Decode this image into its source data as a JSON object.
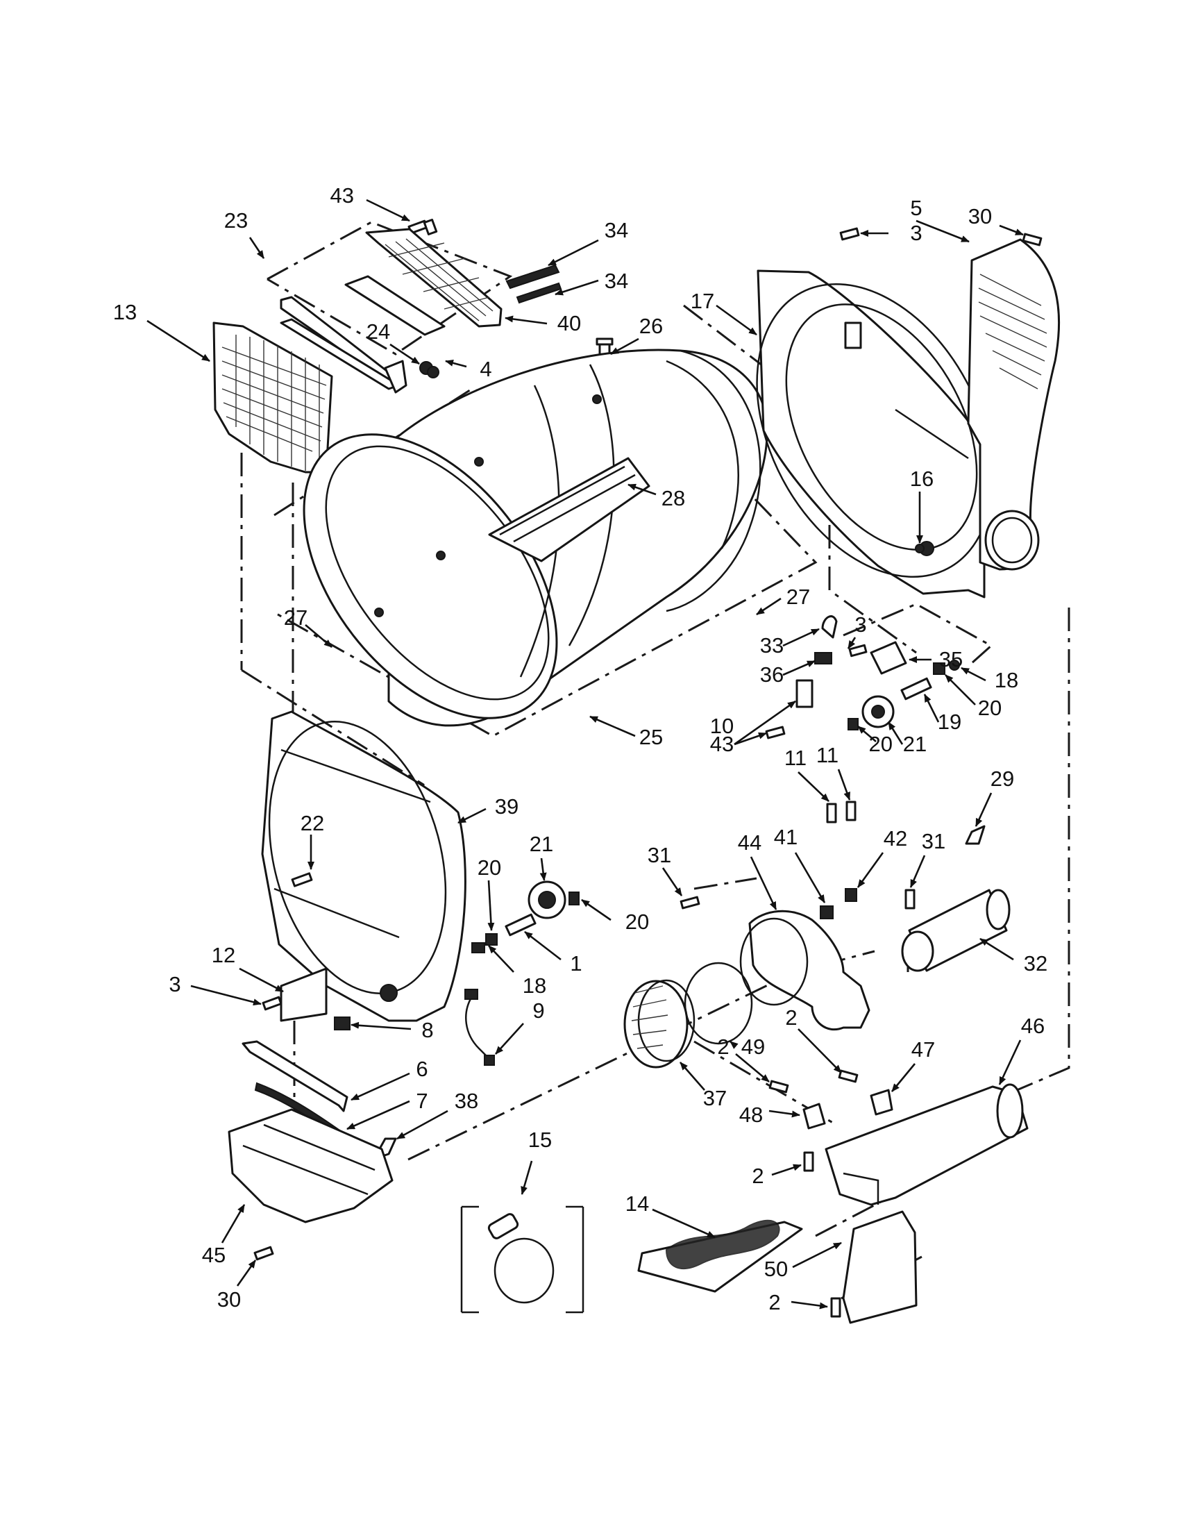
{
  "diagram": {
    "callouts": [
      {
        "id": "c43a",
        "text": "43"
      },
      {
        "id": "c23",
        "text": "23"
      },
      {
        "id": "c34a",
        "text": "34"
      },
      {
        "id": "c34b",
        "text": "34"
      },
      {
        "id": "c40",
        "text": "40"
      },
      {
        "id": "c13",
        "text": "13"
      },
      {
        "id": "c24",
        "text": "24"
      },
      {
        "id": "c4",
        "text": "4"
      },
      {
        "id": "c26",
        "text": "26"
      },
      {
        "id": "c5",
        "text": "5"
      },
      {
        "id": "c30a",
        "text": "30"
      },
      {
        "id": "c3a",
        "text": "3"
      },
      {
        "id": "c17",
        "text": "17"
      },
      {
        "id": "c16",
        "text": "16"
      },
      {
        "id": "c28",
        "text": "28"
      },
      {
        "id": "c27a",
        "text": "27"
      },
      {
        "id": "c27b",
        "text": "27"
      },
      {
        "id": "c33",
        "text": "33"
      },
      {
        "id": "c3b",
        "text": "3"
      },
      {
        "id": "c35",
        "text": "35"
      },
      {
        "id": "c18a",
        "text": "18"
      },
      {
        "id": "c36",
        "text": "36"
      },
      {
        "id": "c20a",
        "text": "20"
      },
      {
        "id": "c19",
        "text": "19"
      },
      {
        "id": "c10",
        "text": "10"
      },
      {
        "id": "c21a",
        "text": "21"
      },
      {
        "id": "c20b",
        "text": "20"
      },
      {
        "id": "c43b",
        "text": "43"
      },
      {
        "id": "c25",
        "text": "25"
      },
      {
        "id": "c11a",
        "text": "11"
      },
      {
        "id": "c11b",
        "text": "11"
      },
      {
        "id": "c29",
        "text": "29"
      },
      {
        "id": "c39",
        "text": "39"
      },
      {
        "id": "c22",
        "text": "22"
      },
      {
        "id": "c21b",
        "text": "21"
      },
      {
        "id": "c44",
        "text": "44"
      },
      {
        "id": "c41",
        "text": "41"
      },
      {
        "id": "c42",
        "text": "42"
      },
      {
        "id": "c31a",
        "text": "31"
      },
      {
        "id": "c31b",
        "text": "31"
      },
      {
        "id": "c20c",
        "text": "20"
      },
      {
        "id": "c20d",
        "text": "20"
      },
      {
        "id": "c1",
        "text": "1"
      },
      {
        "id": "c32",
        "text": "32"
      },
      {
        "id": "c12",
        "text": "12"
      },
      {
        "id": "c3c",
        "text": "3"
      },
      {
        "id": "c18b",
        "text": "18"
      },
      {
        "id": "c9",
        "text": "9"
      },
      {
        "id": "c8",
        "text": "8"
      },
      {
        "id": "c2a",
        "text": "2"
      },
      {
        "id": "c46",
        "text": "46"
      },
      {
        "id": "c49",
        "text": "49"
      },
      {
        "id": "c6",
        "text": "6"
      },
      {
        "id": "c2b",
        "text": "2"
      },
      {
        "id": "c47",
        "text": "47"
      },
      {
        "id": "c7",
        "text": "7"
      },
      {
        "id": "c38",
        "text": "38"
      },
      {
        "id": "c37",
        "text": "37"
      },
      {
        "id": "c48",
        "text": "48"
      },
      {
        "id": "c15",
        "text": "15"
      },
      {
        "id": "c2c",
        "text": "2"
      },
      {
        "id": "c14",
        "text": "14"
      },
      {
        "id": "c45",
        "text": "45"
      },
      {
        "id": "c50",
        "text": "50"
      },
      {
        "id": "c30b",
        "text": "30"
      },
      {
        "id": "c2d",
        "text": "2"
      }
    ]
  },
  "colors": {
    "ink": "#151515",
    "paper": "#ffffff"
  }
}
